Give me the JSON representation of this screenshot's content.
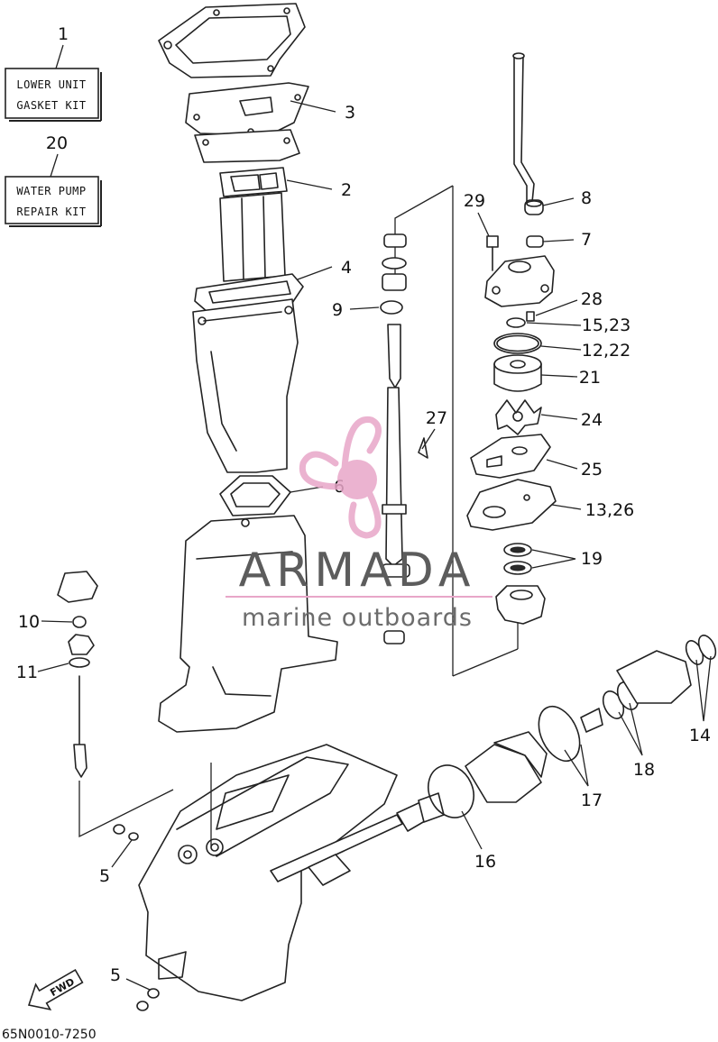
{
  "kits": [
    {
      "callout": "1",
      "line1": "LOWER UNIT",
      "line2": "GASKET KIT"
    },
    {
      "callout": "20",
      "line1": "WATER PUMP",
      "line2": "REPAIR KIT"
    }
  ],
  "callouts": {
    "c3": "3",
    "c2": "2",
    "c4": "4",
    "c9": "9",
    "c29": "29",
    "c8": "8",
    "c7": "7",
    "c28": "28",
    "c15_23": "15,23",
    "c12_22": "12,22",
    "c21": "21",
    "c27": "27",
    "c24": "24",
    "c25": "25",
    "c6": "6",
    "c13_26": "13,26",
    "c19": "19",
    "c10": "10",
    "c11": "11",
    "c14": "14",
    "c18": "18",
    "c17": "17",
    "c16": "16",
    "c5a": "5",
    "c5b": "5"
  },
  "direction_arrow": "FWD",
  "drawing_code": "65N0010-7250",
  "watermark": {
    "brand": "ARMADA",
    "tagline": "marine outboards",
    "accent_color": "#e8a6c8",
    "text_color": "#5c5c5c"
  }
}
